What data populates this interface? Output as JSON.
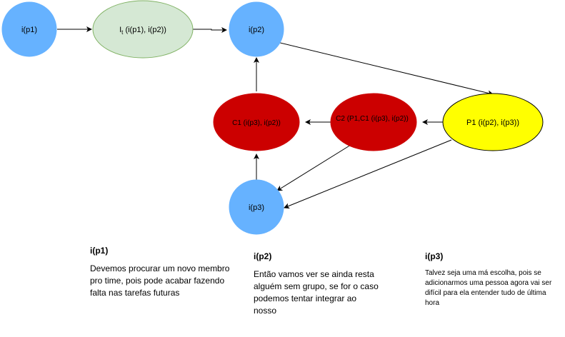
{
  "nodes": {
    "ip1": {
      "label": "i(p1)",
      "fill": "#66b2ff",
      "stroke": "#66b2ff"
    },
    "it": {
      "label_main": "I",
      "label_sub": "t",
      "label_rest": " (i(p1), i(p2))",
      "fill": "#d5e8d4",
      "stroke": "#82b366"
    },
    "ip2": {
      "label": "i(p2)",
      "fill": "#66b2ff",
      "stroke": "#66b2ff"
    },
    "p1": {
      "label": "P1 (i(p2), i(p3))",
      "fill": "#ffff00",
      "stroke": "#000000"
    },
    "c2": {
      "label": "C2 (P1,C1 (i(p3), i(p2))",
      "fill": "#cc0000",
      "stroke": "#cc0000"
    },
    "c1": {
      "label": "C1 (i(p3), i(p2))",
      "fill": "#cc0000",
      "stroke": "#cc0000"
    },
    "ip3": {
      "label": "i(p3)",
      "fill": "#66b2ff",
      "stroke": "#66b2ff"
    }
  },
  "notes": {
    "p1": {
      "title": "i(p1)",
      "body": "Devemos procurar um novo membro pro time, pois pode acabar fazendo falta nas tarefas futuras"
    },
    "p2": {
      "title": "i(p2)",
      "body": "Então vamos ver se ainda resta alguém sem grupo, se for o caso podemos tentar integrar ao nosso"
    },
    "p3": {
      "title": "i(p3)",
      "body": "Talvez seja uma má escolha, pois se adicionarmos uma pessoa agora vai ser difícil para ela entender tudo de última hora"
    }
  }
}
